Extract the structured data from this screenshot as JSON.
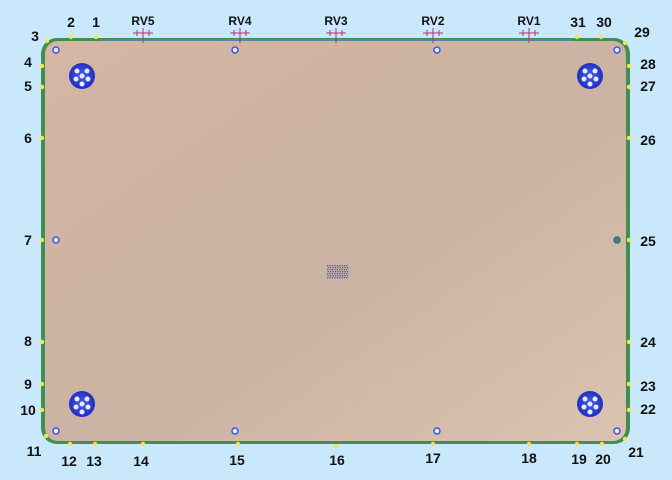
{
  "diagram": {
    "colors": {
      "background": "#c9e8fb",
      "panel_fill": "#cdb1a0",
      "panel_edge": "#3f8f52",
      "marker": "#f2e64a",
      "fixture": "#2c3fd6",
      "hole": "#3a55e0",
      "rv_mark": "#c0287f"
    },
    "points": [
      {
        "id": "1",
        "label": "1"
      },
      {
        "id": "2",
        "label": "2"
      },
      {
        "id": "3",
        "label": "3"
      },
      {
        "id": "4",
        "label": "4"
      },
      {
        "id": "5",
        "label": "5"
      },
      {
        "id": "6",
        "label": "6"
      },
      {
        "id": "7",
        "label": "7"
      },
      {
        "id": "8",
        "label": "8"
      },
      {
        "id": "9",
        "label": "9"
      },
      {
        "id": "10",
        "label": "10"
      },
      {
        "id": "11",
        "label": "11"
      },
      {
        "id": "12",
        "label": "12"
      },
      {
        "id": "13",
        "label": "13"
      },
      {
        "id": "14",
        "label": "14"
      },
      {
        "id": "15",
        "label": "15"
      },
      {
        "id": "16",
        "label": "16"
      },
      {
        "id": "17",
        "label": "17"
      },
      {
        "id": "18",
        "label": "18"
      },
      {
        "id": "19",
        "label": "19"
      },
      {
        "id": "20",
        "label": "20"
      },
      {
        "id": "21",
        "label": "21"
      },
      {
        "id": "22",
        "label": "22"
      },
      {
        "id": "23",
        "label": "23"
      },
      {
        "id": "24",
        "label": "24"
      },
      {
        "id": "25",
        "label": "25"
      },
      {
        "id": "26",
        "label": "26"
      },
      {
        "id": "27",
        "label": "27"
      },
      {
        "id": "28",
        "label": "28"
      },
      {
        "id": "29",
        "label": "29"
      },
      {
        "id": "30",
        "label": "30"
      },
      {
        "id": "31",
        "label": "31"
      }
    ],
    "rv_points": [
      {
        "id": "RV5",
        "label": "RV5"
      },
      {
        "id": "RV4",
        "label": "RV4"
      },
      {
        "id": "RV3",
        "label": "RV3"
      },
      {
        "id": "RV2",
        "label": "RV2"
      },
      {
        "id": "RV1",
        "label": "RV1"
      }
    ]
  }
}
